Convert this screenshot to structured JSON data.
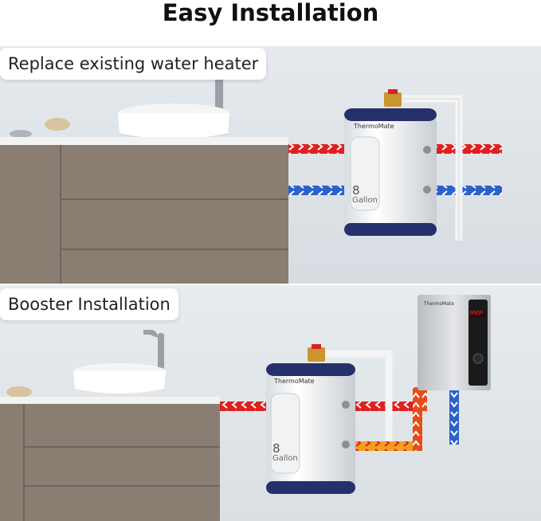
{
  "title": "Easy Installation",
  "panels": [
    {
      "label": "Replace existing water heater",
      "heater": {
        "brand": "ThermoMate",
        "capacity": "8",
        "unit": "Gallon"
      }
    },
    {
      "label": "Booster Installation",
      "heater": {
        "brand": "ThermoMate",
        "capacity": "8",
        "unit": "Gallon"
      },
      "tankless": {
        "brand": "ThermoMate",
        "display": "095F"
      }
    }
  ],
  "colors": {
    "hot_pipe": "#e02020",
    "cold_pipe": "#2a62c8",
    "mixed_pipe": "#f0a020",
    "cabinet": "#8a7d72"
  }
}
